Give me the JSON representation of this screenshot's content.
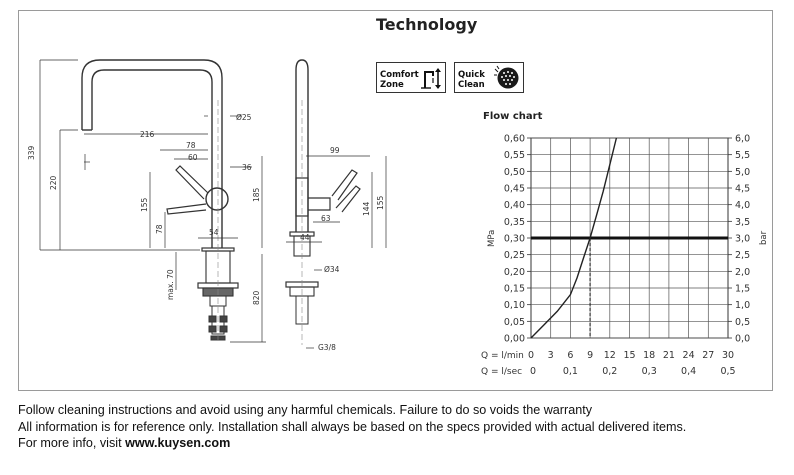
{
  "title": "Technology",
  "badges": {
    "comfort_zone": {
      "line1": "Comfort",
      "line2": "Zone"
    },
    "quick_clean": {
      "line1": "Quick",
      "line2": "Clean"
    }
  },
  "icons": [
    "comfort-zone-icon",
    "quick-clean-icon"
  ],
  "drawing": {
    "dims": {
      "d25": "Ø25",
      "d216": "216",
      "d78": "78",
      "d60": "60",
      "d36": "36",
      "d339": "339",
      "d220": "220",
      "d155": "155",
      "d78v": "78",
      "d185": "185",
      "d54": "54",
      "dmax70": "max. 70",
      "d820": "820",
      "d99": "99",
      "d63": "63",
      "d144": "144",
      "d155r": "155",
      "d44": "44",
      "d34": "Ø34",
      "g38": "G3/8"
    }
  },
  "chart_data": {
    "type": "line",
    "title": "Flow chart",
    "ylabel_left": "MPa",
    "ylabel_right": "bar",
    "x_flow_label": "Q = l/min",
    "x_flow_ticks": [
      "0",
      "3",
      "6",
      "9",
      "12",
      "15",
      "18",
      "21",
      "24",
      "27",
      "30"
    ],
    "x_sec_label": "Q = l/sec",
    "x_sec_ticks": [
      "0",
      "0,1",
      "0,2",
      "0,3",
      "0,4",
      "0,5"
    ],
    "y_left_ticks": [
      "0,60",
      "0,55",
      "0,50",
      "0,45",
      "0,40",
      "0,35",
      "0,30",
      "0,25",
      "0,20",
      "0,15",
      "0,10",
      "0,05",
      "0,00"
    ],
    "y_right_ticks": [
      "6,0",
      "5,5",
      "5,0",
      "4,5",
      "4,0",
      "3,5",
      "3,0",
      "2,5",
      "2,0",
      "1,5",
      "1,0",
      "0,5",
      "0,0"
    ],
    "xlim": [
      0,
      30
    ],
    "ylim": [
      0,
      0.6
    ],
    "reference_pressure": 0.3,
    "reference_flow": 9,
    "series": [
      {
        "x": [
          0,
          2,
          4,
          6,
          7,
          8,
          9,
          10,
          11,
          12,
          13
        ],
        "y": [
          0,
          0.04,
          0.08,
          0.13,
          0.18,
          0.24,
          0.3,
          0.37,
          0.44,
          0.52,
          0.6
        ]
      }
    ]
  },
  "notes": {
    "line1": "Follow cleaning instructions and avoid using any harmful chemicals. Failure to do so voids the warranty",
    "line2": "All information is for reference only. Installation shall always be based on the specs provided with actual delivered items.",
    "line3_prefix": "For more info, visit ",
    "line3_link": "www.kuysen.com"
  }
}
